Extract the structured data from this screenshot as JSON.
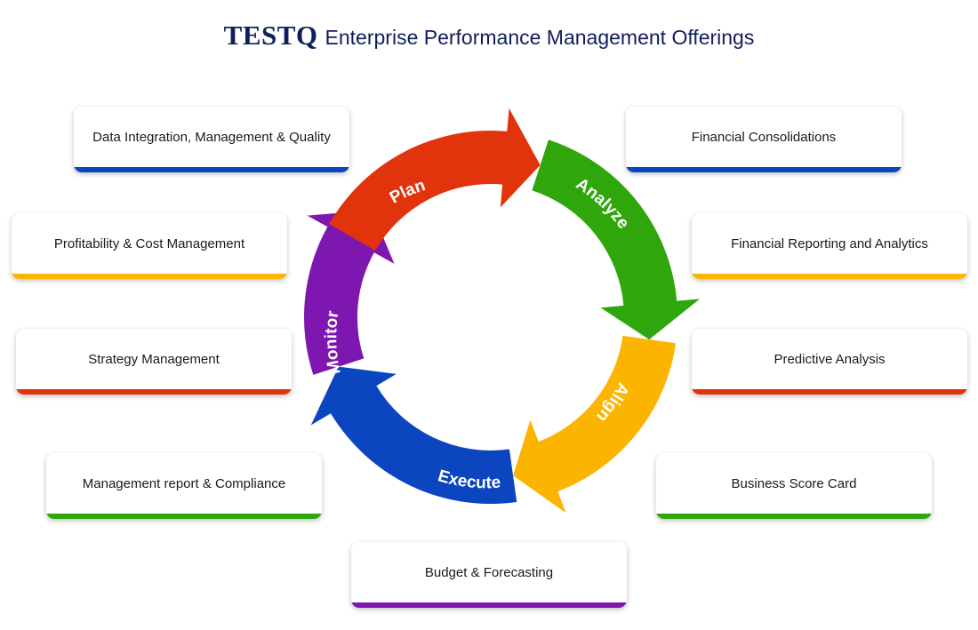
{
  "title": {
    "brand": "TESTQ",
    "text": "Enterprise Performance Management Offerings"
  },
  "cycle": {
    "stages": [
      {
        "label": "Plan",
        "color": "#e2340c"
      },
      {
        "label": "Analyze",
        "color": "#2ea60c"
      },
      {
        "label": "Align",
        "color": "#fbb400"
      },
      {
        "label": "Execute",
        "color": "#0b45bf"
      },
      {
        "label": "Monitor",
        "color": "#7e17b0"
      }
    ]
  },
  "cards": {
    "data_integration": {
      "label": "Data Integration, Management & Quality",
      "color": "#0b45bf"
    },
    "profitability": {
      "label": "Profitability & Cost Management",
      "color": "#fbb400"
    },
    "strategy": {
      "label": "Strategy Management",
      "color": "#e2340c"
    },
    "management_report": {
      "label": "Management report & Compliance",
      "color": "#2ea60c"
    },
    "budget": {
      "label": "Budget & Forecasting",
      "color": "#7e17b0"
    },
    "financial_consolidations": {
      "label": "Financial Consolidations",
      "color": "#0b45bf"
    },
    "financial_reporting": {
      "label": "Financial Reporting and Analytics",
      "color": "#fbb400"
    },
    "predictive": {
      "label": "Predictive Analysis",
      "color": "#e2340c"
    },
    "scorecard": {
      "label": "Business Score Card",
      "color": "#2ea60c"
    }
  }
}
